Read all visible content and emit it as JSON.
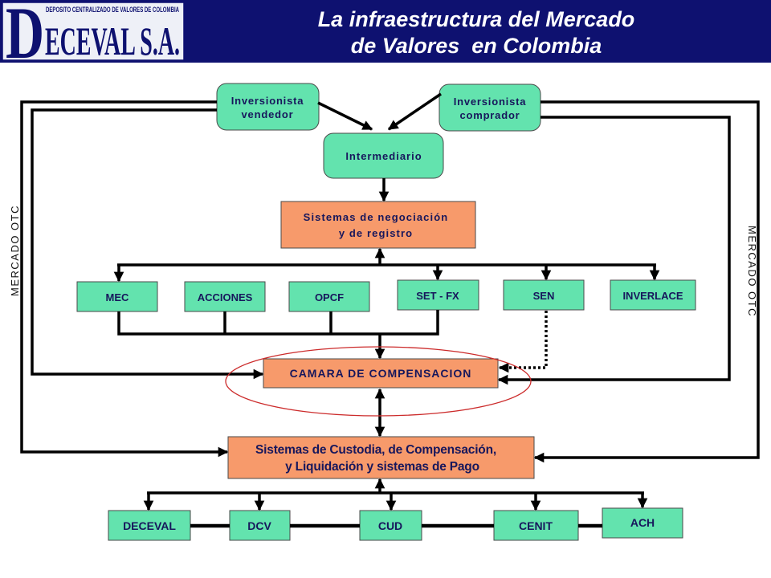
{
  "header": {
    "logo": {
      "tagline": "DEPOSITO CENTRALIZADO DE VALORES DE COLOMBIA",
      "initial": "D",
      "name": "ECEVAL S.A."
    },
    "title_line1": "La infraestructura del Mercado",
    "title_line2": "de Valores  en Colombia"
  },
  "nodes": {
    "inversionista_vendedor": {
      "line1": "Inversionista",
      "line2": "vendedor"
    },
    "inversionista_comprador": {
      "line1": "Inversionista",
      "line2": "comprador"
    },
    "intermediario": "Intermediario",
    "sistemas_negociacion": {
      "line1": "Sistemas de negociación",
      "line2": "y de registro"
    },
    "camara": "CAMARA DE COMPENSACION",
    "custodia": {
      "line1": "Sistemas de Custodia, de Compensación,",
      "line2": "y Liquidación y sistemas de Pago"
    }
  },
  "trading_systems": [
    "MEC",
    "ACCIONES",
    "OPCF",
    "SET - FX",
    "SEN",
    "INVERLACE"
  ],
  "settlement_systems": [
    "DECEVAL",
    "DCV",
    "CUD",
    "CENIT",
    "ACH"
  ],
  "side_labels": {
    "left": "MERCADO OTC",
    "right": "MERCADO OTC"
  },
  "colors": {
    "header_bg": "#0e1170",
    "node_green": "#63e3ae",
    "node_orange": "#f79a6b",
    "label_text": "#17175c",
    "highlight_ellipse": "#cc2b2b"
  }
}
